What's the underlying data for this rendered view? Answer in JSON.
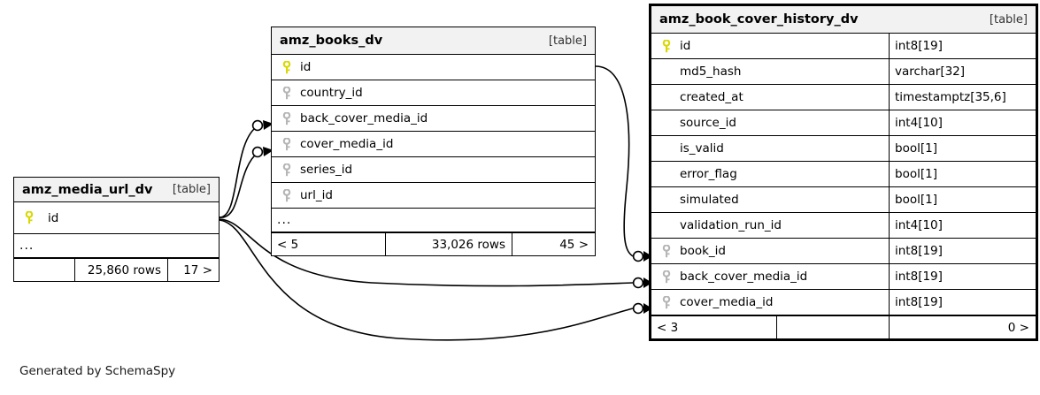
{
  "diagram": {
    "generator_note": "Generated by SchemaSpy",
    "table_tag": "[table]",
    "ellipsis": "...",
    "rows_suffix": " rows"
  },
  "tables": [
    {
      "id": "amz_media_url_dv",
      "name": "amz_media_url_dv",
      "tag": "[table]",
      "focus": false,
      "columns": [
        {
          "name": "id",
          "key": "primary",
          "type": ""
        },
        {
          "name": "...",
          "key": "none",
          "type": ""
        }
      ],
      "footer": {
        "left": "",
        "mid": "25,860 rows",
        "right": "17 >"
      }
    },
    {
      "id": "amz_books_dv",
      "name": "amz_books_dv",
      "tag": "[table]",
      "focus": false,
      "columns": [
        {
          "name": "id",
          "key": "primary",
          "type": ""
        },
        {
          "name": "country_id",
          "key": "foreign",
          "type": ""
        },
        {
          "name": "back_cover_media_id",
          "key": "foreign",
          "type": ""
        },
        {
          "name": "cover_media_id",
          "key": "foreign",
          "type": ""
        },
        {
          "name": "series_id",
          "key": "foreign",
          "type": ""
        },
        {
          "name": "url_id",
          "key": "foreign",
          "type": ""
        },
        {
          "name": "...",
          "key": "none",
          "type": ""
        }
      ],
      "footer": {
        "left": "< 5",
        "mid": "33,026 rows",
        "right": "45 >"
      }
    },
    {
      "id": "amz_book_cover_history_dv",
      "name": "amz_book_cover_history_dv",
      "tag": "[table]",
      "focus": true,
      "columns": [
        {
          "name": "id",
          "key": "primary",
          "type": "int8[19]"
        },
        {
          "name": "md5_hash",
          "key": "none",
          "type": "varchar[32]"
        },
        {
          "name": "created_at",
          "key": "none",
          "type": "timestamptz[35,6]"
        },
        {
          "name": "source_id",
          "key": "none",
          "type": "int4[10]"
        },
        {
          "name": "is_valid",
          "key": "none",
          "type": "bool[1]"
        },
        {
          "name": "error_flag",
          "key": "none",
          "type": "bool[1]"
        },
        {
          "name": "simulated",
          "key": "none",
          "type": "bool[1]"
        },
        {
          "name": "validation_run_id",
          "key": "none",
          "type": "int4[10]"
        },
        {
          "name": "book_id",
          "key": "foreign",
          "type": "int8[19]"
        },
        {
          "name": "back_cover_media_id",
          "key": "foreign",
          "type": "int8[19]"
        },
        {
          "name": "cover_media_id",
          "key": "foreign",
          "type": "int8[19]"
        }
      ],
      "footer": {
        "left": "< 3",
        "mid": "",
        "right": "0 >"
      }
    }
  ],
  "relationships": [
    {
      "from": "amz_media_url_dv.id",
      "to": "amz_books_dv.back_cover_media_id",
      "optional": true
    },
    {
      "from": "amz_media_url_dv.id",
      "to": "amz_books_dv.cover_media_id",
      "optional": true
    },
    {
      "from": "amz_media_url_dv.id",
      "to": "amz_book_cover_history_dv.back_cover_media_id",
      "optional": true
    },
    {
      "from": "amz_media_url_dv.id",
      "to": "amz_book_cover_history_dv.cover_media_id",
      "optional": true
    },
    {
      "from": "amz_books_dv.id",
      "to": "amz_book_cover_history_dv.book_id",
      "optional": true
    }
  ],
  "colors": {
    "primary_key": "#e8e80c",
    "foreign_key": "#b5b5b5",
    "header_bg": "#f2f2f2",
    "border": "#000000",
    "background": "#ffffff"
  }
}
